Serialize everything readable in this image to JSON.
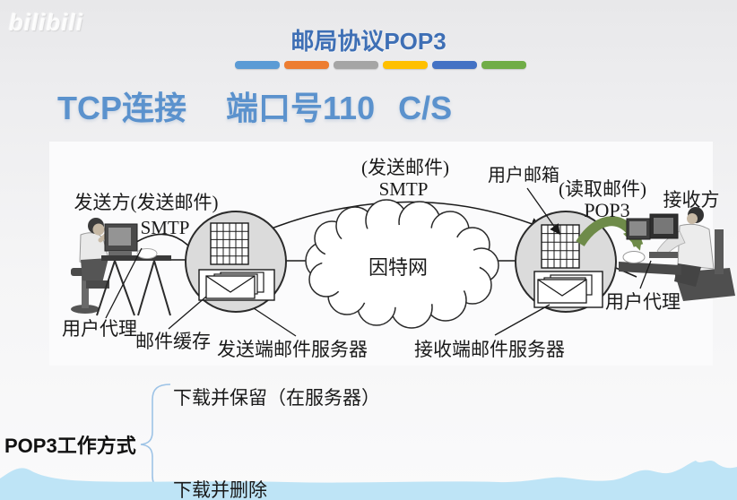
{
  "watermark": "bilibili",
  "header": {
    "title": "邮局协议POP3",
    "dash_colors": [
      "#5B9BD5",
      "#ED7D31",
      "#A5A5A5",
      "#FFC000",
      "#4472C4",
      "#70AD47"
    ]
  },
  "subtitle": {
    "items": [
      "TCP连接",
      "端口号110",
      "C/S"
    ]
  },
  "diagram": {
    "labels": {
      "sender_caption": "发送方(发送邮件)",
      "sender_protocol": "SMTP",
      "relay_caption": "(发送邮件)",
      "relay_protocol": "SMTP",
      "user_mailbox": "用户邮箱",
      "read_caption": "(读取邮件)",
      "read_protocol": "POP3",
      "receiver_caption": "接收方",
      "user_agent_left": "用户代理",
      "mail_cache": "邮件缓存",
      "sending_server": "发送端邮件服务器",
      "receiving_server": "接收端邮件服务器",
      "user_agent_right": "用户代理",
      "internet": "因特网"
    },
    "colors": {
      "green_arrow": "#6E8B49",
      "server_circle_fill": "#DBDBDB",
      "outline": "#2b2b2b"
    }
  },
  "pop3_modes": {
    "heading": "POP3工作方式",
    "items": [
      "下载并保留（在服务器）",
      "下载并删除"
    ]
  },
  "footer": {
    "wave_color": "#BEE4F6"
  }
}
